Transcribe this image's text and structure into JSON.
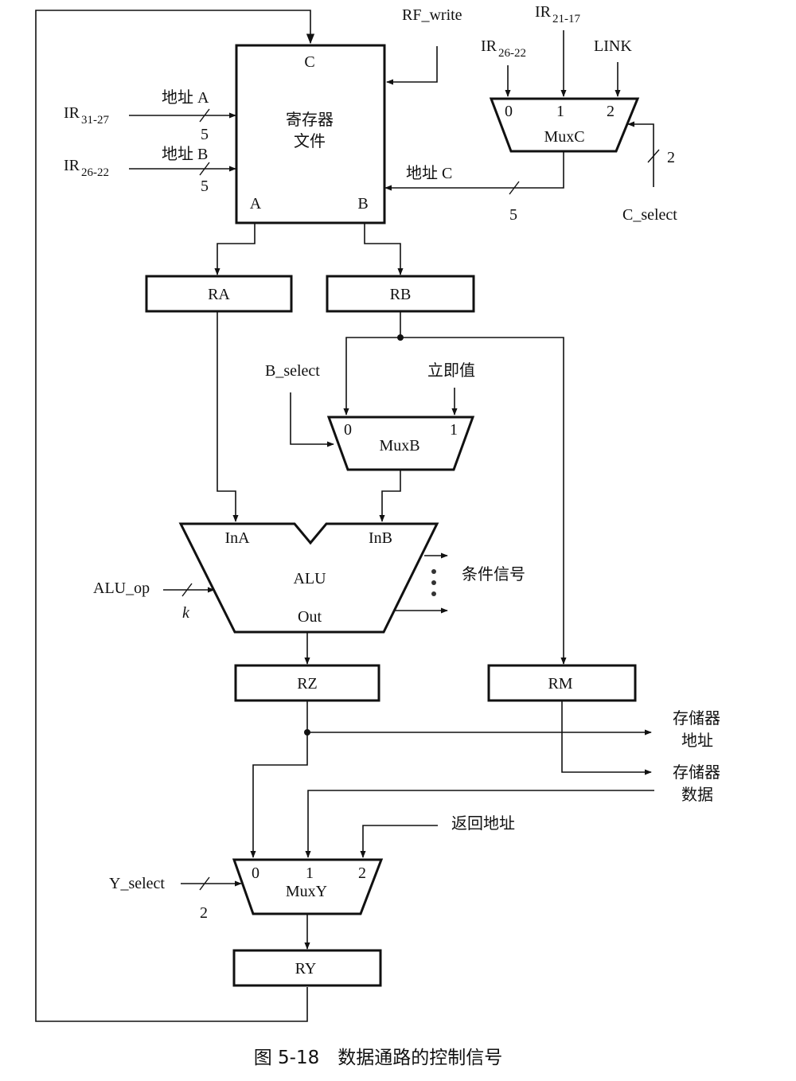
{
  "register_file": {
    "title_line1": "寄存器",
    "title_line2": "文件",
    "port_c": "C",
    "port_a": "A",
    "port_b": "B"
  },
  "signals": {
    "rf_write": "RF_write",
    "ir_31_27_main": "IR",
    "ir_31_27_sub": "31-27",
    "ir_26_22_main": "IR",
    "ir_26_22_sub": "26-22",
    "addr_a": "地址 A",
    "addr_b": "地址 B",
    "addr_c": "地址 C",
    "width_5a": "5",
    "width_5b": "5",
    "width_5c": "5",
    "muxc_in_ir_26_22_main": "IR",
    "muxc_in_ir_26_22_sub": "26-22",
    "muxc_in_ir_21_17_main": "IR",
    "muxc_in_ir_21_17_sub": "21-17",
    "link": "LINK",
    "c_select": "C_select",
    "c_select_width": "2",
    "b_select": "B_select",
    "immediate": "立即值",
    "alu_op": "ALU_op",
    "alu_op_width": "k",
    "condition_signals": "条件信号",
    "mem_address_line1": "存储器",
    "mem_address_line2": "地址",
    "mem_data_line1": "存储器",
    "mem_data_line2": "数据",
    "return_address": "返回地址",
    "y_select": "Y_select",
    "y_select_width": "2"
  },
  "mux_c": {
    "name": "MuxC",
    "in0": "0",
    "in1": "1",
    "in2": "2"
  },
  "mux_b": {
    "name": "MuxB",
    "in0": "0",
    "in1": "1"
  },
  "mux_y": {
    "name": "MuxY",
    "in0": "0",
    "in1": "1",
    "in2": "2"
  },
  "alu": {
    "name": "ALU",
    "in_a": "InA",
    "in_b": "InB",
    "out": "Out"
  },
  "registers": {
    "ra": "RA",
    "rb": "RB",
    "rz": "RZ",
    "rm": "RM",
    "ry": "RY"
  },
  "caption": "图 5-18　数据通路的控制信号"
}
